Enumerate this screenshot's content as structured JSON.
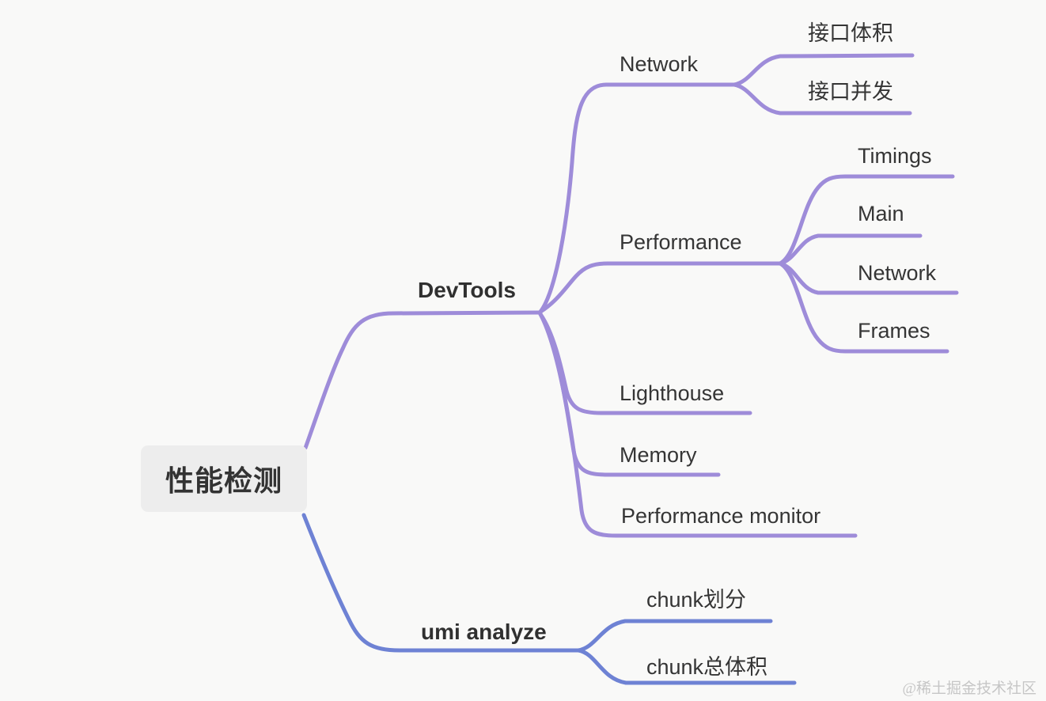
{
  "mindmap": {
    "root": {
      "label": "性能检测"
    },
    "branches": [
      {
        "label": "DevTools",
        "children": [
          {
            "label": "Network",
            "children": [
              {
                "label": "接口体积"
              },
              {
                "label": "接口并发"
              }
            ]
          },
          {
            "label": "Performance",
            "children": [
              {
                "label": "Timings"
              },
              {
                "label": "Main"
              },
              {
                "label": "Network"
              },
              {
                "label": "Frames"
              }
            ]
          },
          {
            "label": "Lighthouse"
          },
          {
            "label": "Memory"
          },
          {
            "label": "Performance monitor"
          }
        ]
      },
      {
        "label": "umi analyze",
        "children": [
          {
            "label": "chunk划分"
          },
          {
            "label": "chunk总体积"
          }
        ]
      }
    ]
  },
  "watermark": {
    "text": "@稀土掘金技术社区"
  },
  "colors": {
    "devtools_branch": "#9e8cd9",
    "umi_branch": "#6e82d4",
    "root_bg": "#ededed",
    "text": "#353535",
    "watermark": "#c6c6c6"
  }
}
